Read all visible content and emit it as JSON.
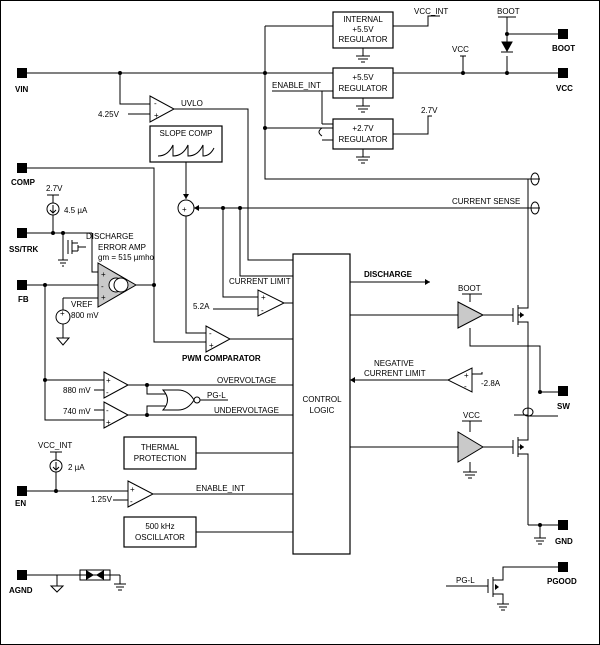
{
  "pins": {
    "vin": "VIN",
    "comp": "COMP",
    "ss_trk": "SS/TRK",
    "fb": "FB",
    "en": "EN",
    "agnd": "AGND",
    "boot": "BOOT",
    "vcc": "VCC",
    "sw": "SW",
    "gnd": "GND",
    "pgood": "PGOOD"
  },
  "blocks": {
    "internal_reg": [
      "INTERNAL",
      "+5.5V",
      "REGULATOR"
    ],
    "reg_5v5": [
      "+5.5V",
      "REGULATOR"
    ],
    "reg_2v7": [
      "+2.7V",
      "REGULATOR"
    ],
    "slope_comp": "SLOPE COMP",
    "control_logic": [
      "CONTROL",
      "LOGIC"
    ],
    "thermal": [
      "THERMAL",
      "PROTECTION"
    ],
    "oscillator": [
      "500 kHz",
      "OSCILLATOR"
    ]
  },
  "labels": {
    "vcc_int_top": "VCC_INT",
    "boot_top": "BOOT",
    "vcc_top": "VCC",
    "enable_int_top": "ENABLE_INT",
    "v2v7_reg": "2.7V",
    "v4v25": "4.25V",
    "uvlo": "UVLO",
    "current_sense": "CURRENT SENSE",
    "v2v7_src": "2.7V",
    "i4u5": "4.5 µA",
    "discharge_left": "DISCHARGE",
    "error_amp": "ERROR AMP",
    "gm": "gm = 515 µmho",
    "vref": "VREF",
    "v800mv": "800 mV",
    "current_limit": "CURRENT LIMIT",
    "v5a2": "5.2A",
    "pwm_comparator": "PWM COMPARATOR",
    "discharge_right": "DISCHARGE",
    "boot_drv": "BOOT",
    "negative_cl": [
      "NEGATIVE",
      "CURRENT LIMIT"
    ],
    "v_neg2a8": "-2.8A",
    "v880": "880 mV",
    "v740": "740 mV",
    "overvoltage": "OVERVOLTAGE",
    "pg_l": "PG-L",
    "undervoltage": "UNDERVOLTAGE",
    "vcc_drv": "VCC",
    "vcc_int_en": "VCC_INT",
    "i2u": "2 µA",
    "v1v25": "1.25V",
    "enable_int_en": "ENABLE_INT",
    "pg_l_out": "PG-L"
  }
}
